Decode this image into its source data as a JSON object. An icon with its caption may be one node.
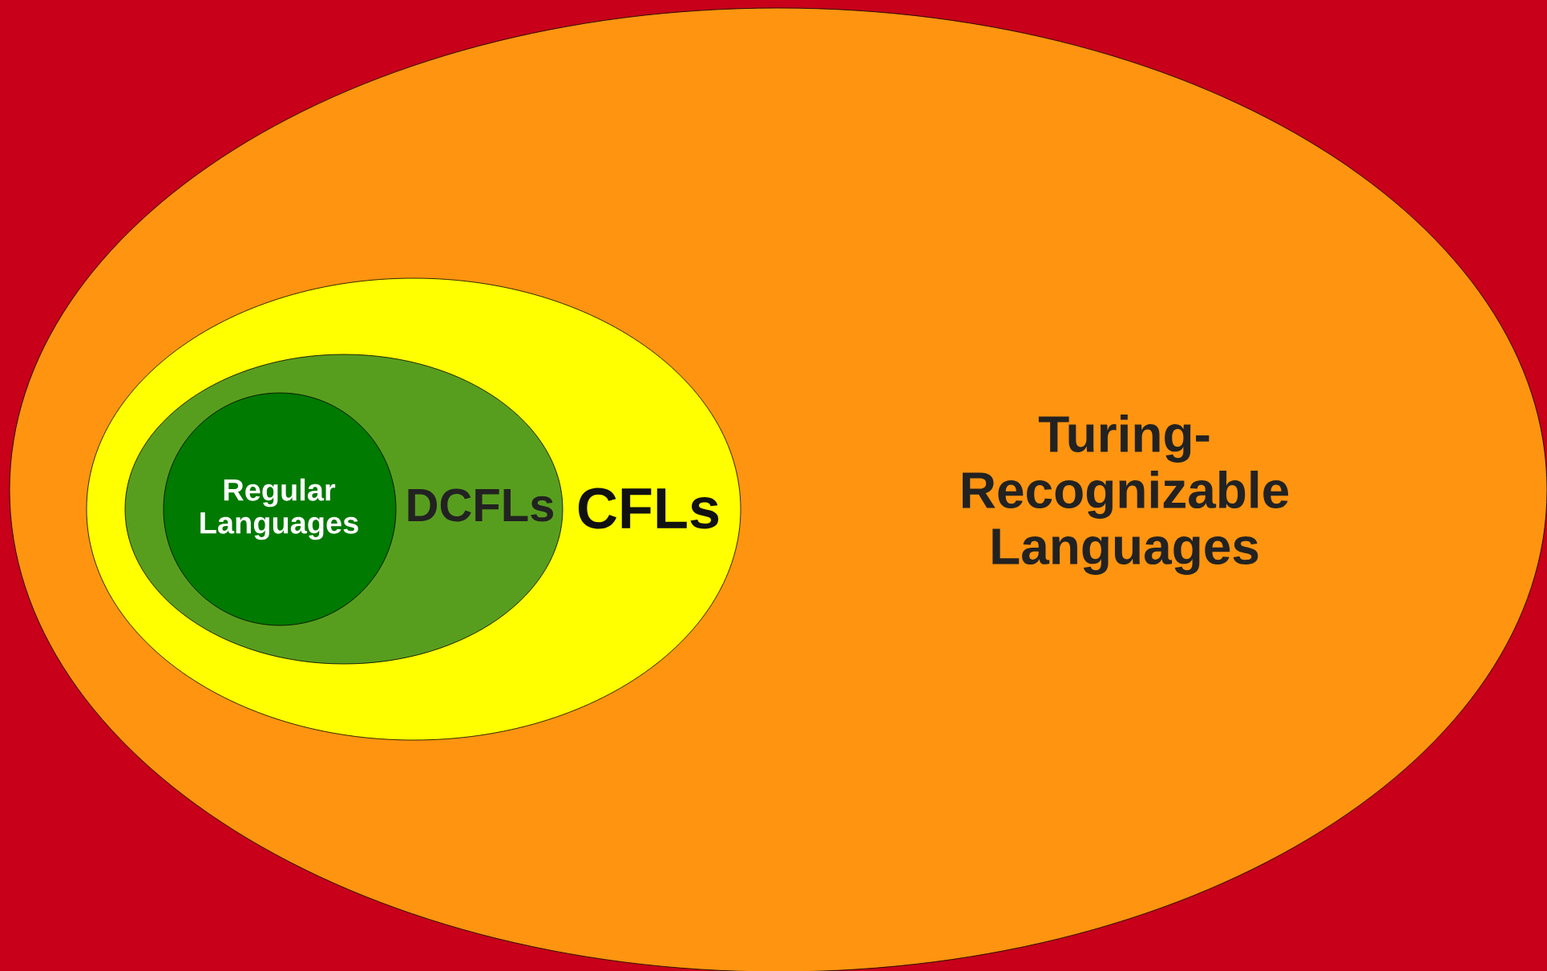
{
  "diagram": {
    "nodes": [
      {
        "text": [
          "Turing-Recognizable Languages"
        ]
      },
      {
        "text": [
          "CFLs"
        ],
        "in": 0
      },
      {
        "text": [
          "DCFLs"
        ],
        "in": 1
      },
      {
        "text": [
          "Regular Languages"
        ],
        "in": 2
      }
    ]
  }
}
